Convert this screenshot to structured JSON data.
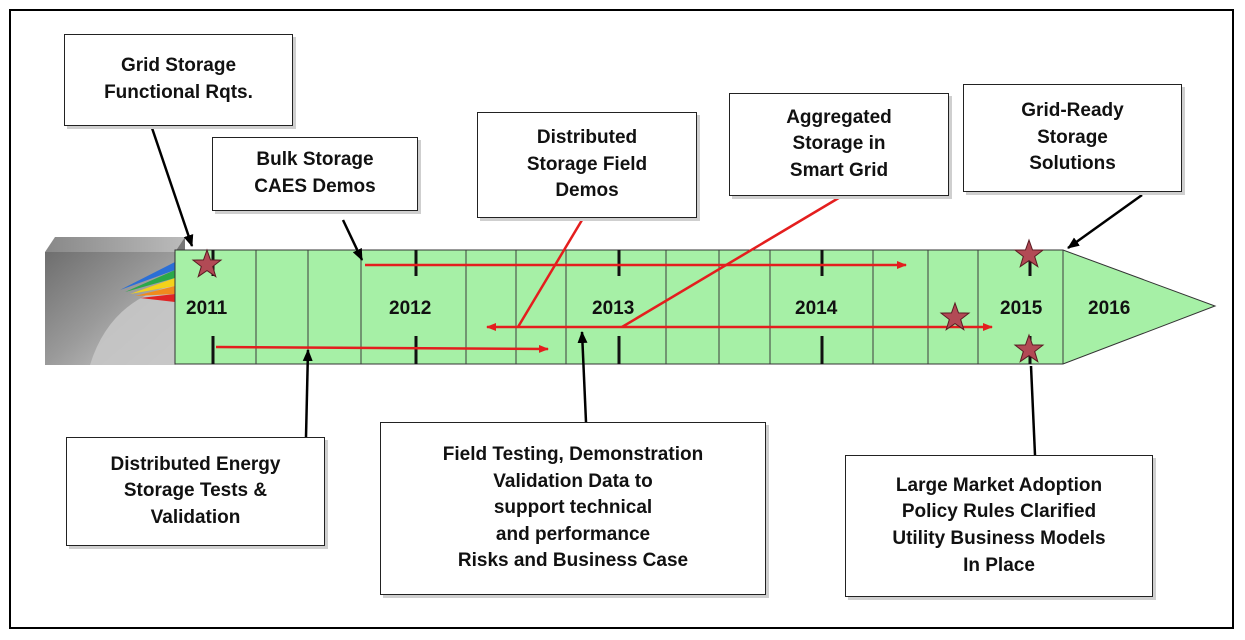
{
  "timeline": {
    "years": [
      "2011",
      "2012",
      "2013",
      "2014",
      "2015",
      "2016"
    ],
    "colors": {
      "band": "#a6f0a6",
      "arrow": "#e41e1e",
      "star": "#b24a55",
      "outline": "#333333"
    }
  },
  "callouts": {
    "grid_storage": [
      "Grid Storage",
      "Functional Rqts."
    ],
    "bulk_storage": [
      "Bulk Storage",
      "CAES Demos"
    ],
    "distributed_field": [
      "Distributed",
      "Storage Field",
      "Demos"
    ],
    "aggregated": [
      "Aggregated",
      "Storage in",
      "Smart Grid"
    ],
    "grid_ready": [
      "Grid-Ready",
      "Storage",
      "Solutions"
    ],
    "distributed_energy": [
      "Distributed Energy",
      "Storage Tests &",
      "Validation"
    ],
    "field_testing": [
      "Field Testing, Demonstration",
      "Validation Data to",
      "support technical",
      "and performance",
      "Risks and Business Case"
    ],
    "large_market": [
      "Large Market Adoption",
      "Policy Rules Clarified",
      "Utility Business Models",
      "In Place"
    ]
  }
}
